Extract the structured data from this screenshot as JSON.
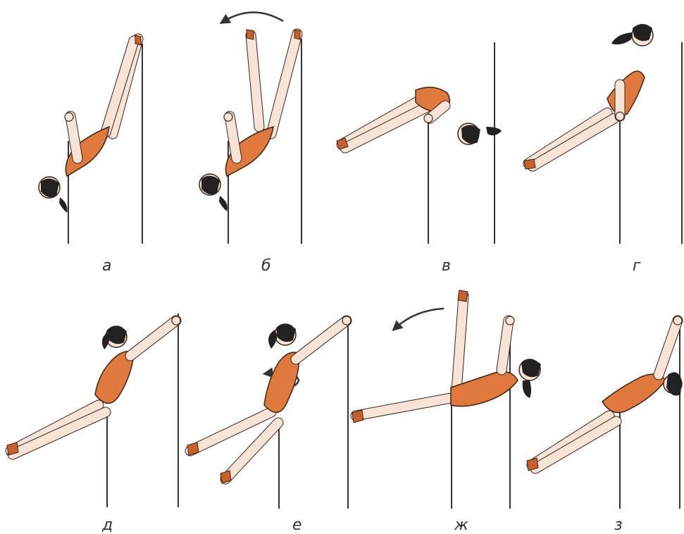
{
  "colors": {
    "leotard": "#e07a3c",
    "leotard_shadow": "#c9602a",
    "skin": "#f8e4d6",
    "hair": "#222222",
    "bar": "#333333",
    "outline": "#3a2418",
    "arrow": "#333333",
    "caption": "#333333",
    "background": "#ffffff"
  },
  "panels": [
    {
      "label": "а"
    },
    {
      "label": "б"
    },
    {
      "label": "в"
    },
    {
      "label": "г"
    },
    {
      "label": "д"
    },
    {
      "label": "е"
    },
    {
      "label": "ж"
    },
    {
      "label": "з"
    }
  ]
}
